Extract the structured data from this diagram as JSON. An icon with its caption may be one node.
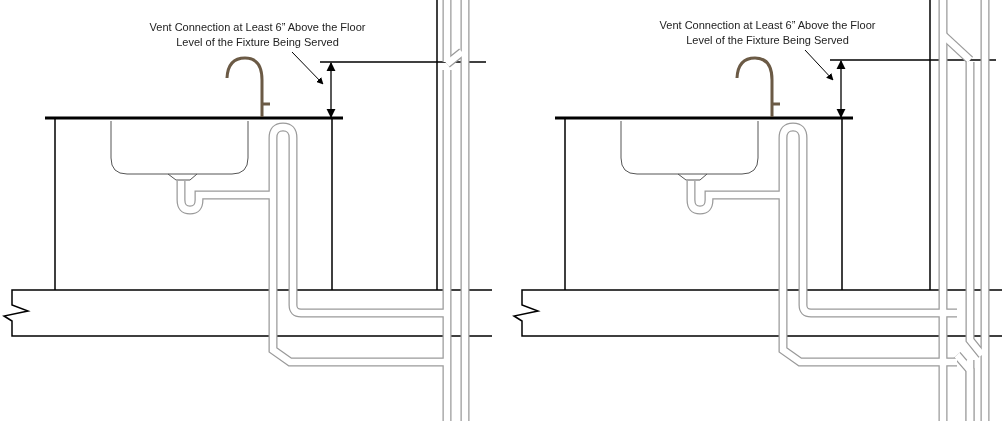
{
  "diagram": {
    "nodes": [
      {
        "text": [
          "Vent Connection at Least 6” Above the Floor Level of the Fixture Being Served"
        ]
      },
      {
        "text": [
          "Vent Connection at Least 6” Above the Floor Level of the Fixture Being Served"
        ]
      }
    ],
    "edges": [
      {
        "from": 0,
        "to": null,
        "arrow": "to"
      },
      {
        "from": 1,
        "to": null,
        "arrow": "to"
      }
    ]
  }
}
